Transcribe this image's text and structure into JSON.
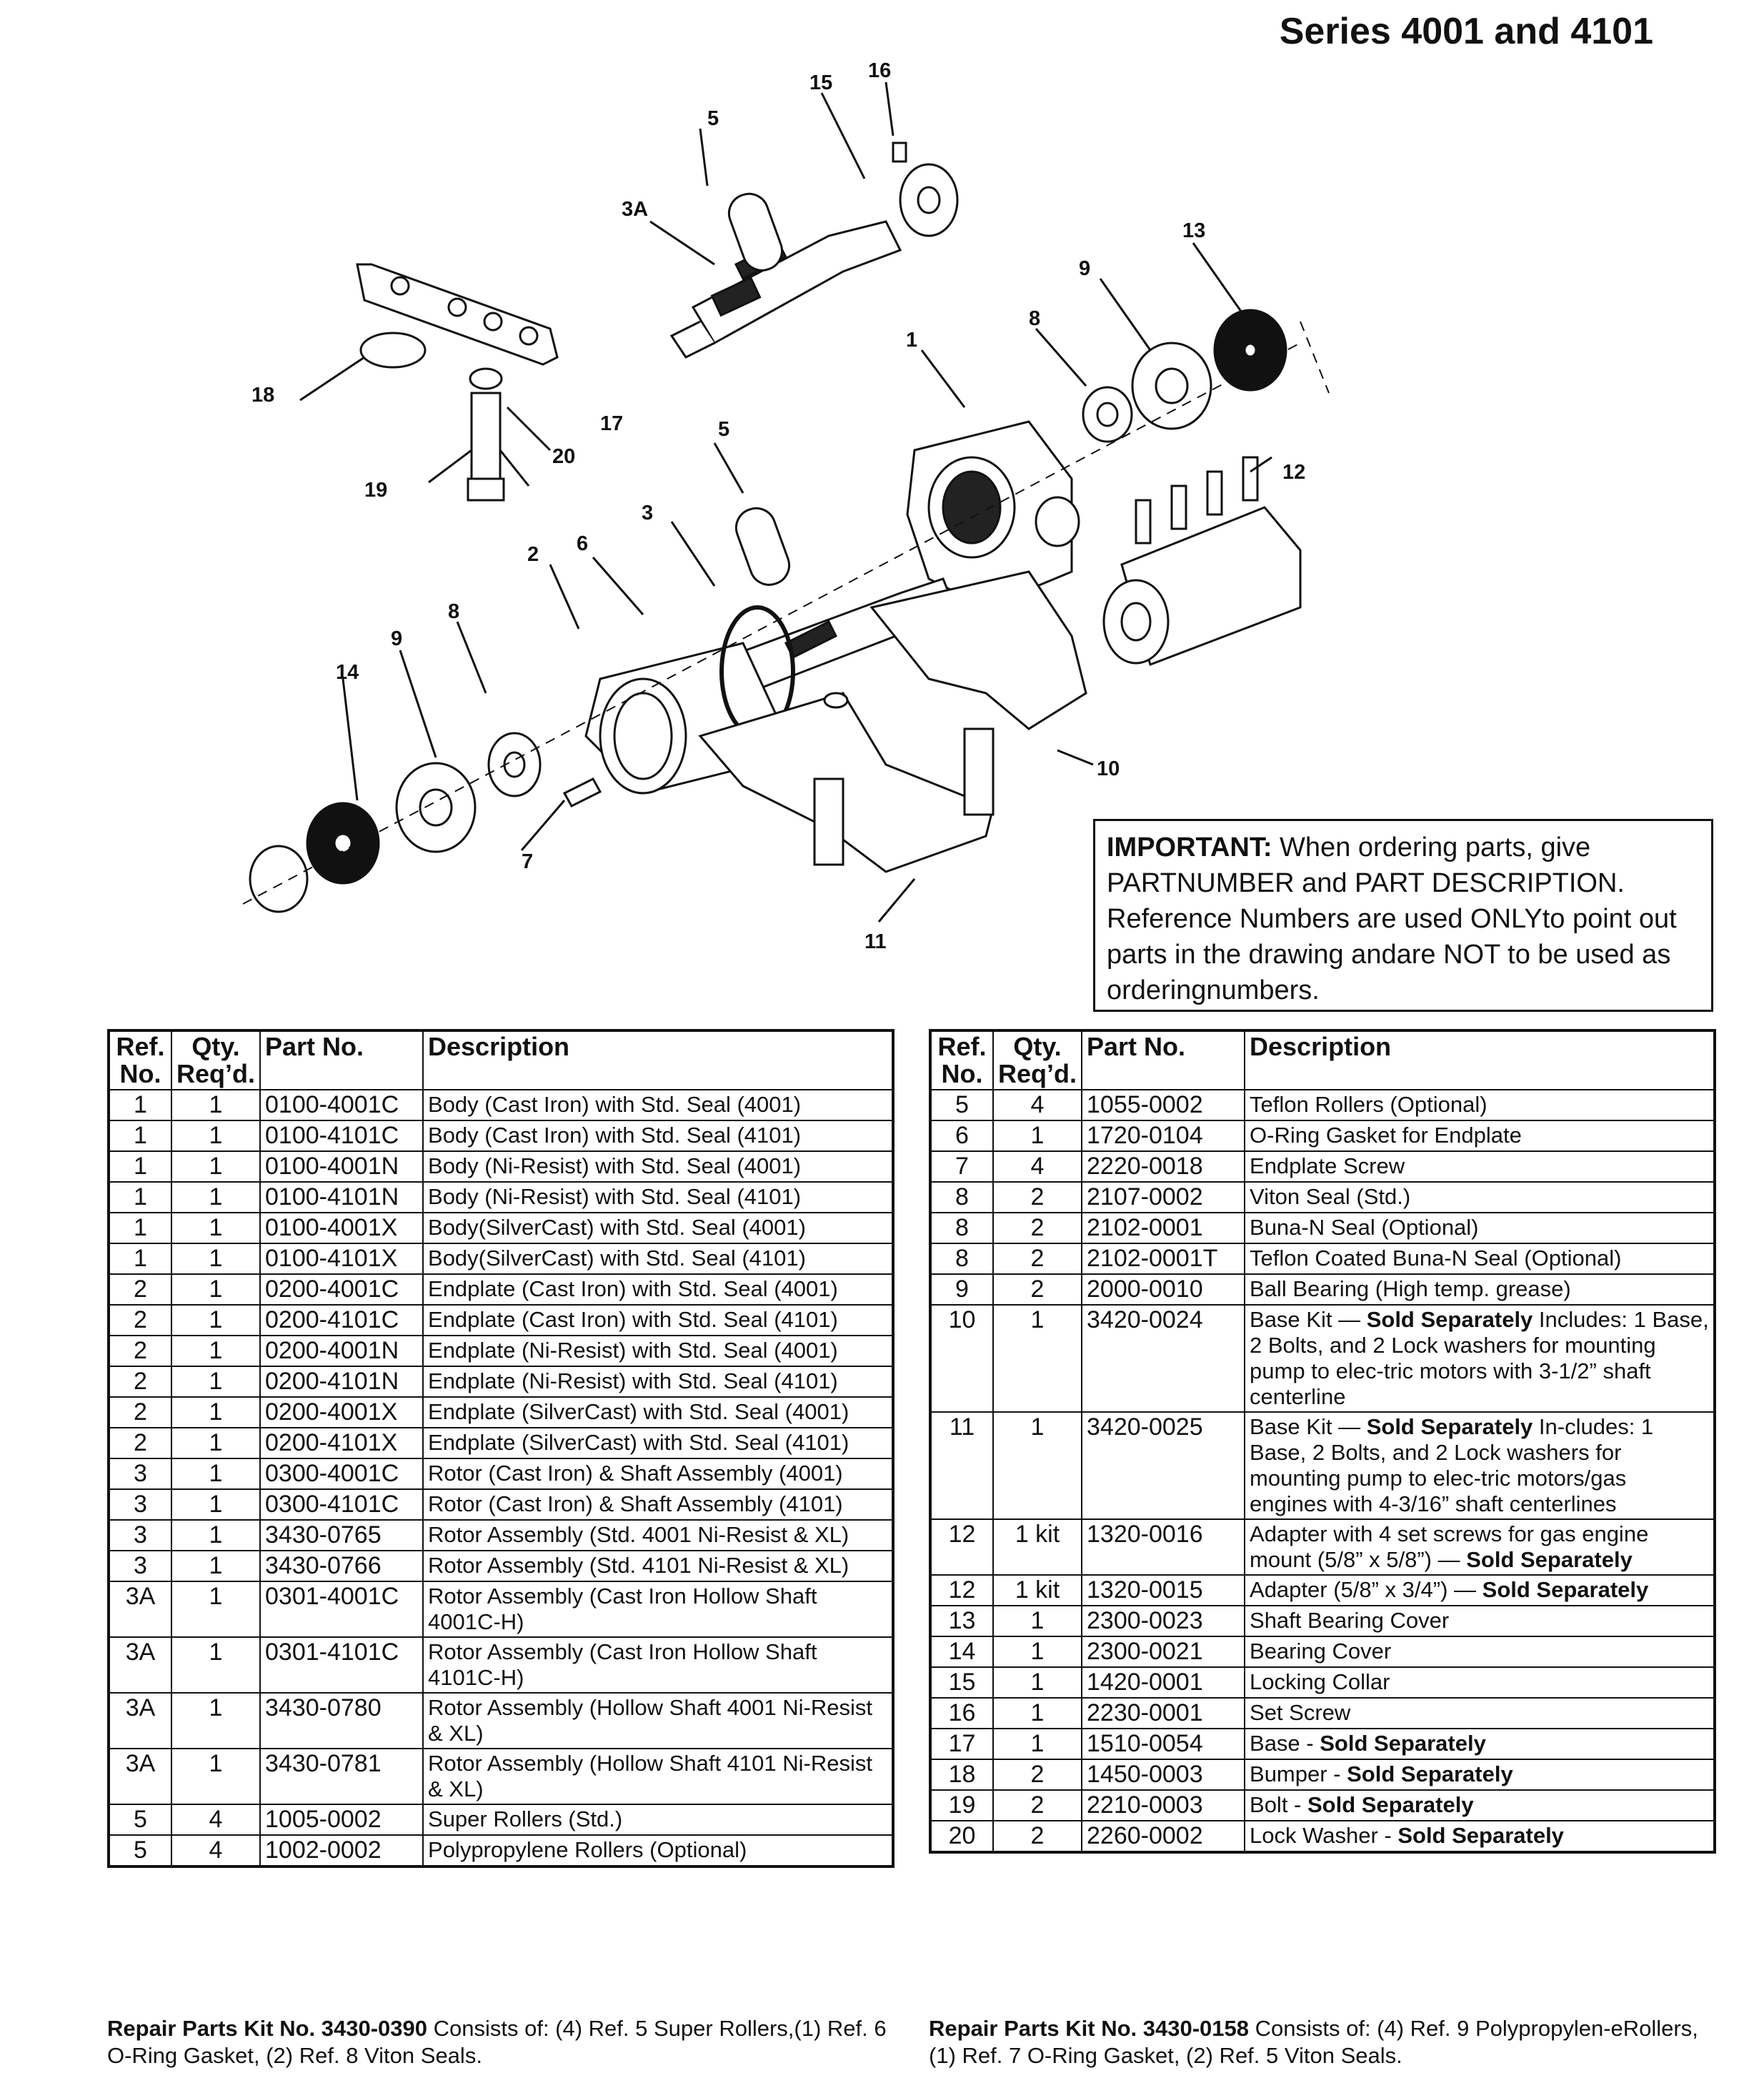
{
  "header": {
    "title": "Series 4001 and 4101"
  },
  "diagram": {
    "labels": [
      "15",
      "16",
      "5",
      "3A",
      "13",
      "9",
      "8",
      "1",
      "18",
      "17",
      "20",
      "5",
      "12",
      "19",
      "3",
      "2",
      "6",
      "8",
      "9",
      "14",
      "10",
      "7",
      "11"
    ]
  },
  "important": {
    "lead": "IMPORTANT:",
    "text": " When ordering parts, give PARTNUMBER and PART DESCRIPTION. Reference Numbers are used ONLYto point out parts in the drawing andare NOT to be used as orderingnumbers."
  },
  "table_headers": {
    "ref": "Ref. No.",
    "qty": "Qty. Req’d.",
    "part": "Part No.",
    "desc": "Description"
  },
  "left_table": [
    {
      "ref": "1",
      "qty": "1",
      "part": "0100-4001C",
      "desc": "Body (Cast Iron) with Std. Seal (4001)"
    },
    {
      "ref": "1",
      "qty": "1",
      "part": "0100-4101C",
      "desc": "Body (Cast Iron) with Std. Seal (4101)"
    },
    {
      "ref": "1",
      "qty": "1",
      "part": "0100-4001N",
      "desc": "Body (Ni-Resist) with Std. Seal (4001)"
    },
    {
      "ref": "1",
      "qty": "1",
      "part": "0100-4101N",
      "desc": " Body (Ni-Resist) with Std. Seal (4101)"
    },
    {
      "ref": "1",
      "qty": "1",
      "part": "0100-4001X",
      "desc": "Body(SilverCast) with Std. Seal (4001)"
    },
    {
      "ref": "1",
      "qty": "1",
      "part": "0100-4101X",
      "desc": "Body(SilverCast) with Std. Seal (4101)"
    },
    {
      "ref": "2",
      "qty": "1",
      "part": "0200-4001C",
      "desc": "Endplate (Cast Iron) with Std. Seal (4001)"
    },
    {
      "ref": "2",
      "qty": "1",
      "part": "0200-4101C",
      "desc": "Endplate (Cast Iron) with Std. Seal (4101)"
    },
    {
      "ref": "2",
      "qty": "1",
      "part": "0200-4001N",
      "desc": "Endplate (Ni-Resist) with Std. Seal (4001)"
    },
    {
      "ref": "2",
      "qty": "1",
      "part": "0200-4101N",
      "desc": "Endplate (Ni-Resist) with Std. Seal (4101)"
    },
    {
      "ref": "2",
      "qty": "1",
      "part": "0200-4001X",
      "desc": "Endplate (SilverCast) with Std. Seal (4001)"
    },
    {
      "ref": "2",
      "qty": "1",
      "part": "0200-4101X",
      "desc": "Endplate (SilverCast) with Std. Seal (4101)"
    },
    {
      "ref": "3",
      "qty": "1",
      "part": "0300-4001C",
      "desc": "Rotor (Cast Iron) & Shaft Assembly (4001)"
    },
    {
      "ref": "3",
      "qty": "1",
      "part": "0300-4101C",
      "desc": "Rotor (Cast Iron) & Shaft Assembly (4101)"
    },
    {
      "ref": "3",
      "qty": "1",
      "part": "3430-0765",
      "desc": "Rotor Assembly (Std. 4001 Ni-Resist & XL)"
    },
    {
      "ref": "3",
      "qty": "1",
      "part": "3430-0766",
      "desc": "Rotor Assembly (Std. 4101 Ni-Resist & XL)"
    },
    {
      "ref": "3A",
      "qty": "1",
      "part": "0301-4001C",
      "desc": "Rotor Assembly (Cast Iron Hollow Shaft 4001C-H)"
    },
    {
      "ref": "3A",
      "qty": "1",
      "part": "0301-4101C",
      "desc": "Rotor Assembly (Cast Iron Hollow Shaft 4101C-H)"
    },
    {
      "ref": "3A",
      "qty": "1",
      "part": "3430-0780",
      "desc": "Rotor Assembly (Hollow Shaft 4001 Ni-Resist & XL)"
    },
    {
      "ref": "3A",
      "qty": "1",
      "part": "3430-0781",
      "desc": "Rotor Assembly (Hollow Shaft 4101 Ni-Resist & XL)"
    },
    {
      "ref": "5",
      "qty": "4",
      "part": "1005-0002",
      "desc": "Super Rollers (Std.)"
    },
    {
      "ref": "5",
      "qty": "4",
      "part": "1002-0002",
      "desc": "Polypropylene Rollers (Optional)"
    }
  ],
  "right_table": [
    {
      "ref": "5",
      "qty": "4",
      "part": "1055-0002",
      "desc": "Teflon Rollers (Optional)",
      "bold": ""
    },
    {
      "ref": "6",
      "qty": "1",
      "part": "1720-0104",
      "desc": "O-Ring Gasket for Endplate",
      "bold": ""
    },
    {
      "ref": "7",
      "qty": "4",
      "part": "2220-0018",
      "desc": "Endplate Screw",
      "bold": ""
    },
    {
      "ref": "8",
      "qty": "2",
      "part": "2107-0002",
      "desc": "Viton Seal (Std.)",
      "bold": ""
    },
    {
      "ref": "8",
      "qty": "2",
      "part": "2102-0001",
      "desc": "Buna-N Seal (Optional)",
      "bold": ""
    },
    {
      "ref": "8",
      "qty": "2",
      "part": "2102-0001T",
      "desc": "Teflon Coated Buna-N Seal (Optional)",
      "bold": ""
    },
    {
      "ref": "9",
      "qty": "2",
      "part": "2000-0010",
      "desc": "Ball Bearing (High temp. grease)",
      "bold": ""
    },
    {
      "ref": "10",
      "qty": "1",
      "part": "3420-0024",
      "desc": "Base Kit — ",
      "bold": "Sold Separately",
      "tail": " Includes: 1 Base, 2 Bolts, and 2 Lock washers for mounting pump to elec-tric motors with 3-1/2” shaft centerline"
    },
    {
      "ref": "11",
      "qty": "1",
      "part": "3420-0025",
      "desc": "Base Kit — ",
      "bold": "Sold Separately",
      "tail": " In-cludes: 1 Base, 2 Bolts, and 2 Lock washers for mounting pump to elec-tric motors/gas engines with 4-3/16” shaft centerlines"
    },
    {
      "ref": "12",
      "qty": "1 kit",
      "part": "1320-0016",
      "desc": " Adapter with 4 set screws for gas engine mount  (5/8” x 5/8”) — ",
      "bold": "Sold Separately"
    },
    {
      "ref": "12",
      "qty": "1 kit",
      "part": "1320-0015",
      "desc": "Adapter (5/8” x 3/4”) — ",
      "bold": "Sold Separately"
    },
    {
      "ref": "13",
      "qty": "1",
      "part": "2300-0023",
      "desc": "Shaft Bearing Cover",
      "bold": ""
    },
    {
      "ref": "14",
      "qty": "1",
      "part": "2300-0021",
      "desc": "Bearing Cover",
      "bold": ""
    },
    {
      "ref": "15",
      "qty": "1",
      "part": "1420-0001",
      "desc": "Locking Collar",
      "bold": ""
    },
    {
      "ref": "16",
      "qty": "1",
      "part": "2230-0001",
      "desc": "Set Screw",
      "bold": ""
    },
    {
      "ref": "17",
      "qty": "1",
      "part": "1510-0054",
      "desc": "Base - ",
      "bold": "Sold Separately"
    },
    {
      "ref": "18",
      "qty": "2",
      "part": "1450-0003",
      "desc": "Bumper - ",
      "bold": "Sold Separately"
    },
    {
      "ref": "19",
      "qty": "2",
      "part": "2210-0003",
      "desc": "Bolt - ",
      "bold": "Sold Separately"
    },
    {
      "ref": "20",
      "qty": "2",
      "part": "2260-0002",
      "desc": "Lock Washer - ",
      "bold": "Sold Separately"
    }
  ],
  "kits": {
    "left_lead": "Repair Parts Kit No. 3430-0390",
    "left_text": " Consists of: (4) Ref. 5 Super Rollers,(1) Ref. 6 O-Ring Gasket, (2) Ref. 8 Viton Seals.",
    "right_lead": "Repair Parts Kit No. 3430-0158",
    "right_text": " Consists of: (4) Ref. 9 Polypropylen-eRollers, (1) Ref. 7 O-Ring Gasket, (2) Ref. 5 Viton Seals."
  }
}
